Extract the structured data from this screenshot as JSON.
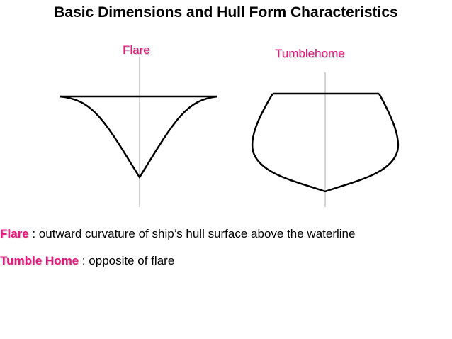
{
  "title": "Basic Dimensions and Hull Form Characteristics",
  "colors": {
    "accent": "#e8177e",
    "text": "#000000",
    "centerline": "#aaaaaa"
  },
  "diagrams": {
    "flare_label": "Flare",
    "tumblehome_label": "Tumblehome"
  },
  "definitions": [
    {
      "term": "Flare",
      "text": " : outward curvature  of ship’s hull surface above the waterline"
    },
    {
      "term": "Tumble Home",
      "text": " : opposite of flare"
    }
  ]
}
